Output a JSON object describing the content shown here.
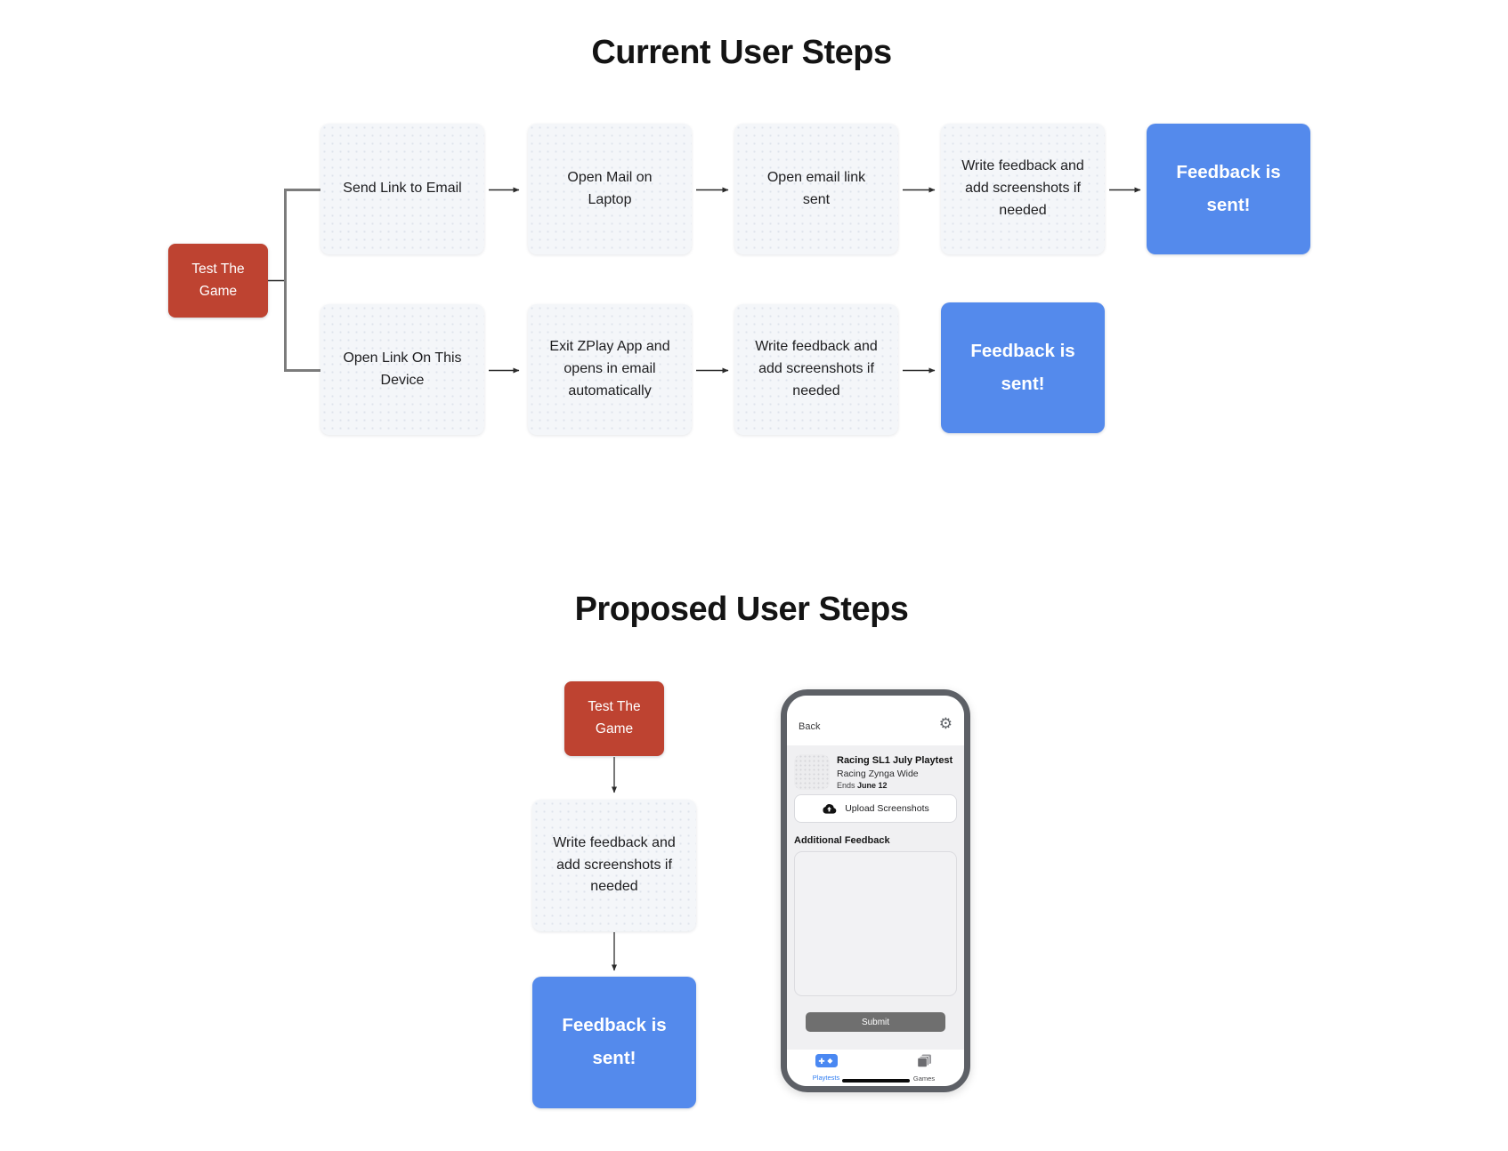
{
  "colors": {
    "start_node_red": "#BE4331",
    "end_node_blue": "#548AEC",
    "step_node_gray": "#F4F6F9",
    "connector_gray": "#7C7C7C",
    "arrow_black": "#2B2B2B",
    "phone_bezel_gray": "#5D6066",
    "submit_button_gray": "#6F6F6F",
    "playtests_tab_blue": "#2F7DF2"
  },
  "current_flow": {
    "title": "Current User Steps",
    "start_label": "Test The Game",
    "email_branch": {
      "step1": "Send Link to Email",
      "step2": "Open Mail on Laptop",
      "step3": "Open email link sent",
      "step4": "Write feedback and add screenshots if needed",
      "end": "Feedback is sent!"
    },
    "device_branch": {
      "step1": "Open Link On This Device",
      "step2": "Exit ZPlay App and opens in email automatically",
      "step3": "Write feedback and add screenshots if needed",
      "end": "Feedback is sent!"
    }
  },
  "proposed_flow": {
    "title": "Proposed User Steps",
    "start_label": "Test The Game",
    "step1": "Write feedback and add screenshots if needed",
    "end": "Feedback is sent!"
  },
  "phone_mock": {
    "header": {
      "back_label": "Back",
      "settings_icon": "⚙"
    },
    "playtest_card": {
      "title": "Racing SL1 July Playtest",
      "subtitle": "Racing Zynga Wide",
      "ends_label": "Ends ",
      "ends_date": "June 12"
    },
    "upload_button_label": "Upload Screenshots",
    "additional_feedback_label": "Additional Feedback",
    "feedback_text": "",
    "submit_label": "Submit",
    "bottom_nav": {
      "playtests_label": "Playtests",
      "games_label": "Games"
    }
  }
}
